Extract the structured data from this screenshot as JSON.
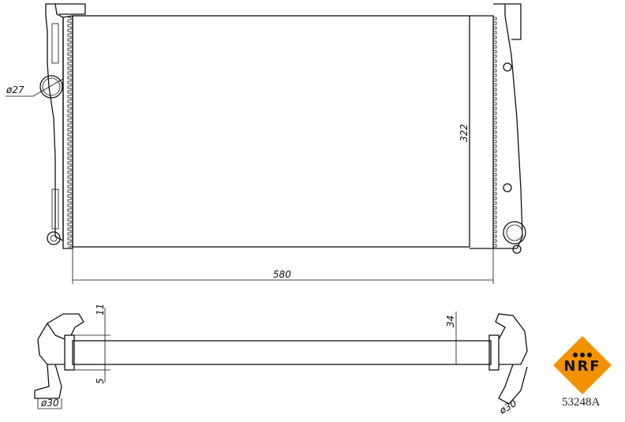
{
  "drawing": {
    "front_view": {
      "inlet_diameter": "ø27",
      "height_dimension": "322",
      "width_dimension": "580"
    },
    "side_view": {
      "top_offset": "11",
      "bottom_offset": "5",
      "core_depth": "34",
      "left_pipe_diameter": "ø30",
      "right_pipe_diameter": "ø30"
    }
  },
  "logo": {
    "brand": "NRF",
    "color": "#F39200"
  },
  "part_number": "53248A"
}
